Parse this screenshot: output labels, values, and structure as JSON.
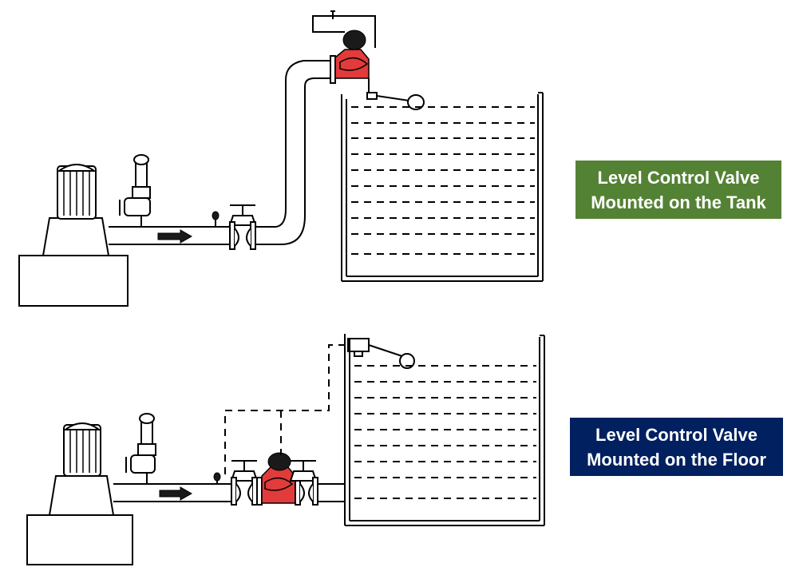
{
  "labels": {
    "top": {
      "line1": "Level Control Valve",
      "line2": "Mounted on the Tank",
      "color": "#548235"
    },
    "bottom": {
      "line1": "Level Control Valve",
      "line2": "Mounted on the Floor",
      "color": "#002060"
    }
  },
  "colors": {
    "valve_body": "#e23b3b",
    "line": "#000000",
    "background": "#ffffff"
  },
  "icons": [
    "motor-icon",
    "pump-icon",
    "gate-valve-icon",
    "level-control-valve-icon",
    "float-icon",
    "flow-arrow-icon",
    "pressure-gauge-icon"
  ]
}
